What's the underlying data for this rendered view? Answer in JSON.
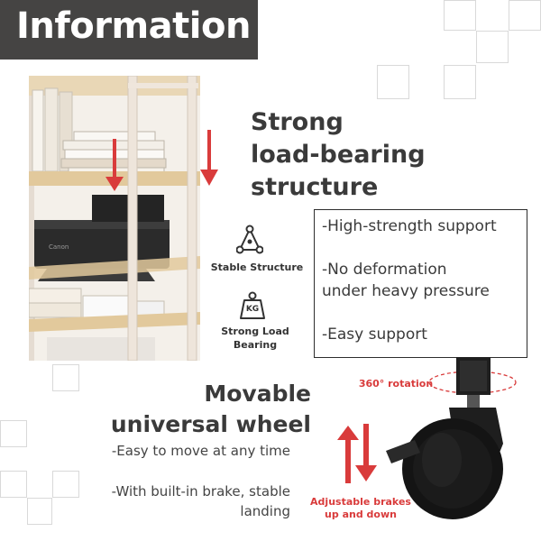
{
  "header": {
    "title": "Information"
  },
  "structure": {
    "title_lines": [
      "Strong",
      "load-bearing",
      "structure"
    ],
    "icons": [
      {
        "icon": "structure-triangle-icon",
        "label": "Stable Structure"
      },
      {
        "icon": "kg-weight-icon",
        "icon_text": "KG",
        "label_lines": [
          "Strong Load",
          "Bearing"
        ]
      }
    ],
    "features": [
      "-High-strength support",
      "-No deformation",
      "under heavy pressure",
      "-Easy support"
    ]
  },
  "wheel": {
    "title_lines": [
      "Movable",
      "universal wheel"
    ],
    "desc_1": "-Easy to move at any time",
    "desc_2_lines": [
      "-With built-in brake, stable",
      "landing"
    ],
    "rotation_label": "360° rotation",
    "brake_label_lines": [
      "Adjustable brakes",
      "up and down"
    ]
  },
  "product": {
    "printer_brand": "Canon"
  },
  "colors": {
    "banner": "#454443",
    "accent_red": "#d93b3b",
    "wood": "#e6d3b3",
    "frame": "#ece4dc"
  }
}
